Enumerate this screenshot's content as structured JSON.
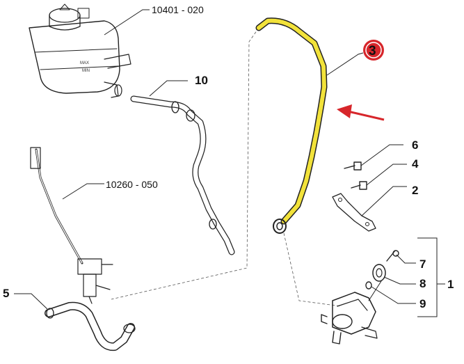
{
  "callouts": {
    "reservoir_ref": "10401 - 020",
    "sensor_ref": "10260 - 050",
    "hose_top": "10",
    "hose_bottom": "5",
    "highlighted": "3",
    "bolt_a": "6",
    "bolt_b": "4",
    "bracket": "2",
    "screw": "7",
    "bushing": "8",
    "washer": "9",
    "pump_group": "1"
  },
  "colors": {
    "highlight_hose": "#f2e23a",
    "highlight_badge": "#d7262b",
    "arrow": "#d7262b"
  },
  "icons": {
    "reservoir": "coolant-reservoir-icon",
    "pump": "electric-water-pump-icon"
  }
}
